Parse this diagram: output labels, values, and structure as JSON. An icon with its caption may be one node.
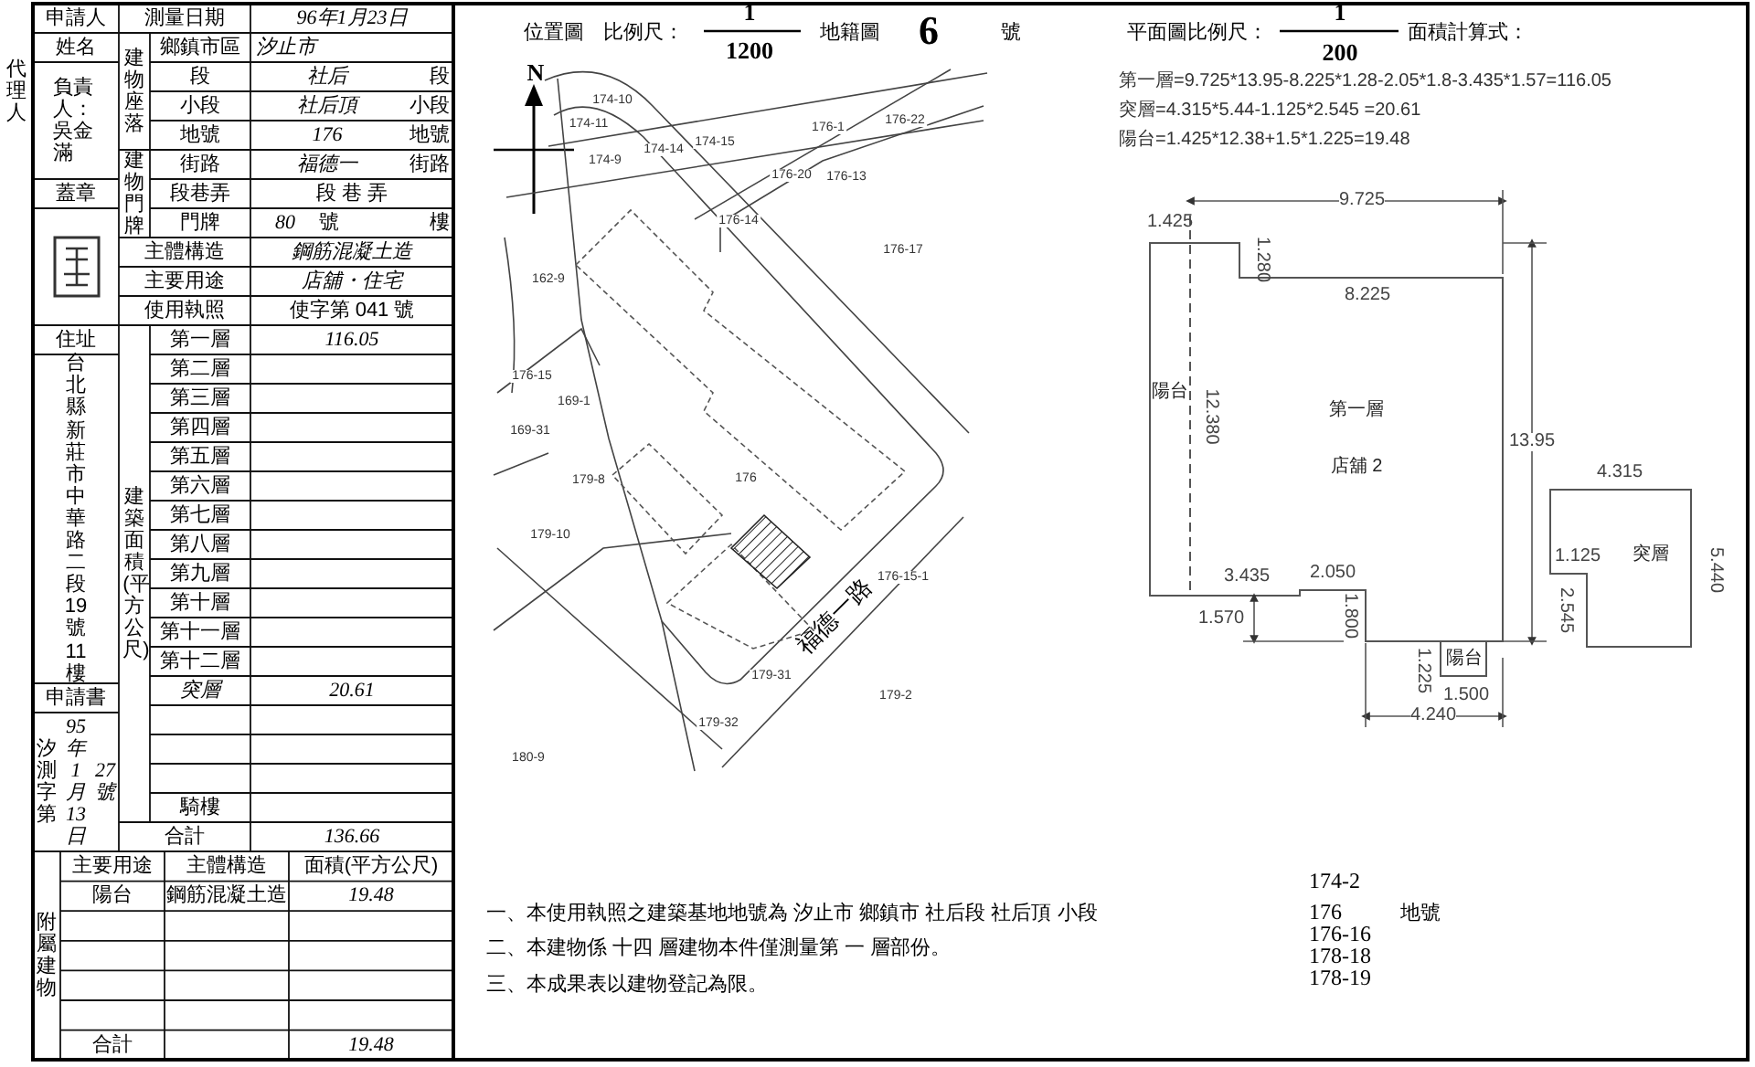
{
  "diagram": {
    "labels": [
      "代理人",
      "申請人",
      "測量日期",
      "96年1月23日",
      "姓名",
      "建物座落",
      "鄉鎮市區",
      "汐止市",
      "負責人：吳金滿",
      "段",
      "社后",
      "段",
      "小段",
      "社后頂",
      "小段",
      "地號",
      "176",
      "地號",
      "建物門牌",
      "街路",
      "福德一",
      "街路",
      "蓋章",
      "段巷弄",
      "段 巷 弄",
      "門牌",
      "80",
      "號",
      "樓",
      "主體構造",
      "鋼筋混凝土造",
      "主要用途",
      "店舖・住宅",
      "使用執照",
      "使字第 041 號",
      "住址",
      "建築面積(平方公尺)",
      "第一層",
      "116.05",
      "台北縣新莊市中華路二段19號11樓",
      "第二層",
      "第三層",
      "第四層",
      "第五層",
      "第六層",
      "第七層",
      "第八層",
      "第九層",
      "第十層",
      "第十一層",
      "第十二層",
      "申請書",
      "汐測字第",
      "95年1月13日",
      "27號",
      "突層",
      "20.61",
      "騎樓",
      "合計",
      "136.66",
      "附屬建物",
      "主要用途",
      "主體構造",
      "面積(平方公尺)",
      "陽台",
      "鋼筋混凝土造",
      "19.48",
      "合計",
      "19.48",
      "位置圖",
      "比例尺：",
      "1",
      "1200",
      "地籍圖",
      "6",
      "號",
      "N",
      "174-10",
      "174-11",
      "174-9",
      "174-14",
      "174-15",
      "176-1",
      "176-22",
      "176-20",
      "176-13",
      "176-14",
      "176-17",
      "162-9",
      "176-15",
      "169-1",
      "169-31",
      "179-8",
      "176",
      "179-10",
      "176-15-1",
      "179-31",
      "179-2",
      "179-32",
      "180-9",
      "福德一路",
      "平面圖比例尺：",
      "1",
      "200",
      "面積計算式：",
      "第一層=9.725*13.95-8.225*1.28-2.05*1.8-3.435*1.57=116.05",
      "突層=4.315*5.44-1.125*2.545 =20.61",
      "陽台=1.425*12.38+1.5*1.225=19.48",
      "9.725",
      "1.425",
      "1.280",
      "8.225",
      "陽台",
      "12.380",
      "第一層",
      "13.95",
      "店舖 2",
      "4.315",
      "1.125",
      "突層",
      "5.440",
      "3.435",
      "2.050",
      "1.570",
      "1.800",
      "2.545",
      "1.225",
      "陽台",
      "1.500",
      "4.240",
      "174-2",
      "一、本使用執照之建築基地地號為 汐止市 鄉鎮市 社后段 社后頂 小段",
      "176",
      "地號",
      "176-16",
      "二、本建物係 十四 層建物本件僅測量第 一 層部份。",
      "178-18",
      "三、本成果表以建物登記為限。",
      "178-19"
    ]
  }
}
